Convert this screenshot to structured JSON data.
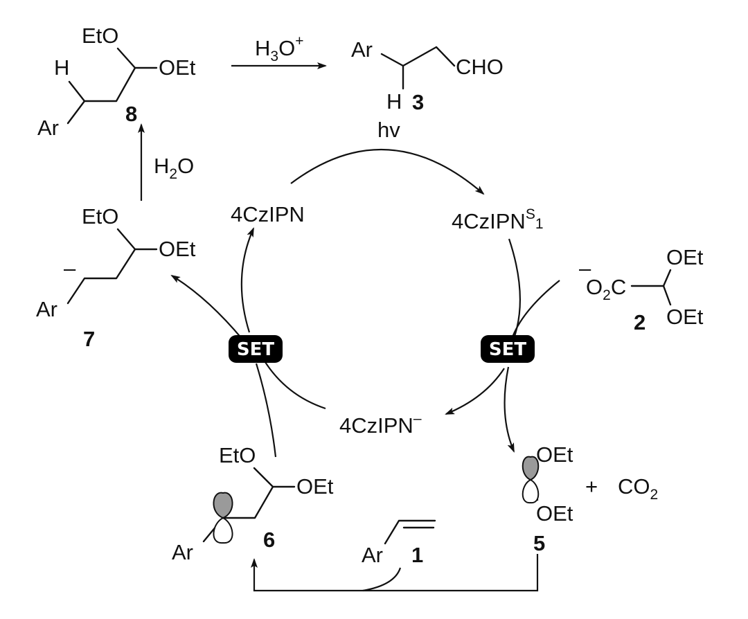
{
  "reagents": {
    "acid": "H3O+",
    "acid_main": "H",
    "acid_sub": "3",
    "acid_mid": "O",
    "acid_sup": "+",
    "water_main": "H",
    "water_sub": "2",
    "water_end": "O",
    "light": "hv"
  },
  "catalyst": {
    "ground": "4CzIPN",
    "excited": "4CzIPN",
    "excited_sup": "S",
    "excited_sub": "1",
    "reduced": "4CzIPN",
    "reduced_sup": "–"
  },
  "set_label": "SET",
  "labels": {
    "ar": "Ar",
    "eto": "EtO",
    "oet": "OEt",
    "h": "H",
    "cho": "CHO",
    "o2c_o": "O",
    "o2c_sub": "2",
    "o2c_c": "C",
    "minus": "–",
    "plus": "+",
    "co2_main": "CO",
    "co2_sub": "2"
  },
  "compounds": {
    "c1": "1",
    "c2": "2",
    "c3": "3",
    "c5": "5",
    "c6": "6",
    "c7": "7",
    "c8": "8"
  },
  "colors": {
    "ink": "#111111",
    "set_badge": "#000000",
    "set_text": "#ffffff",
    "orbital_fill": "#9a9a9a"
  }
}
